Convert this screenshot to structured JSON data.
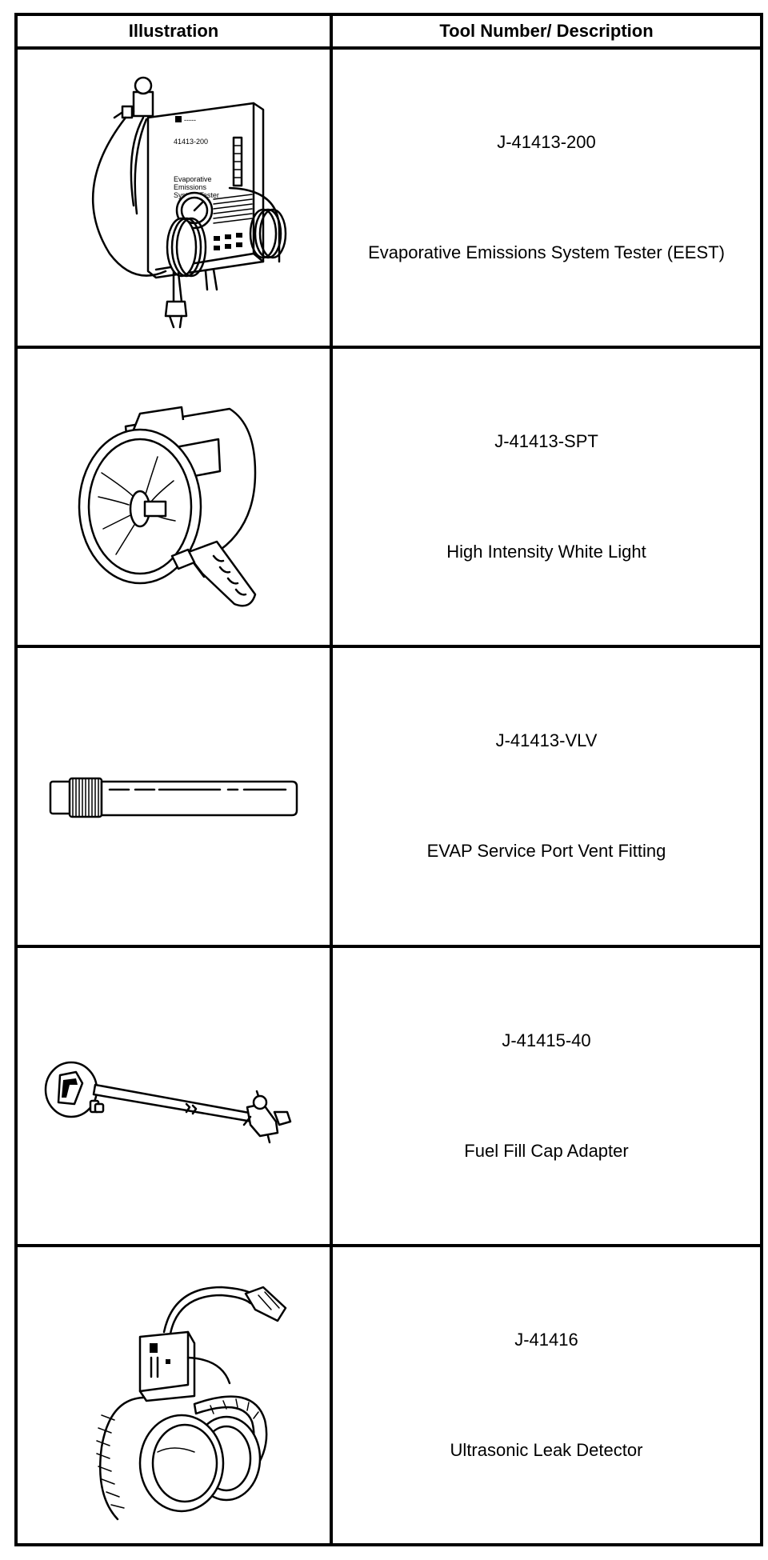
{
  "header": {
    "illustration": "Illustration",
    "tool": "Tool Number/ Description"
  },
  "tools": [
    {
      "number": "J-41413-200",
      "description": "Evaporative Emissions System Tester (EEST)",
      "icon": "evap-tester-icon",
      "device_label": "41413-200"
    },
    {
      "number": "J-41413-SPT",
      "description": "High Intensity White Light",
      "icon": "spotlight-icon"
    },
    {
      "number": "J-41413-VLV",
      "description": "EVAP Service Port Vent Fitting",
      "icon": "vent-fitting-icon"
    },
    {
      "number": "J-41415-40",
      "description": "Fuel Fill Cap Adapter",
      "icon": "cap-adapter-icon"
    },
    {
      "number": "J-41416",
      "description": "Ultrasonic Leak Detector",
      "icon": "leak-detector-icon"
    }
  ]
}
